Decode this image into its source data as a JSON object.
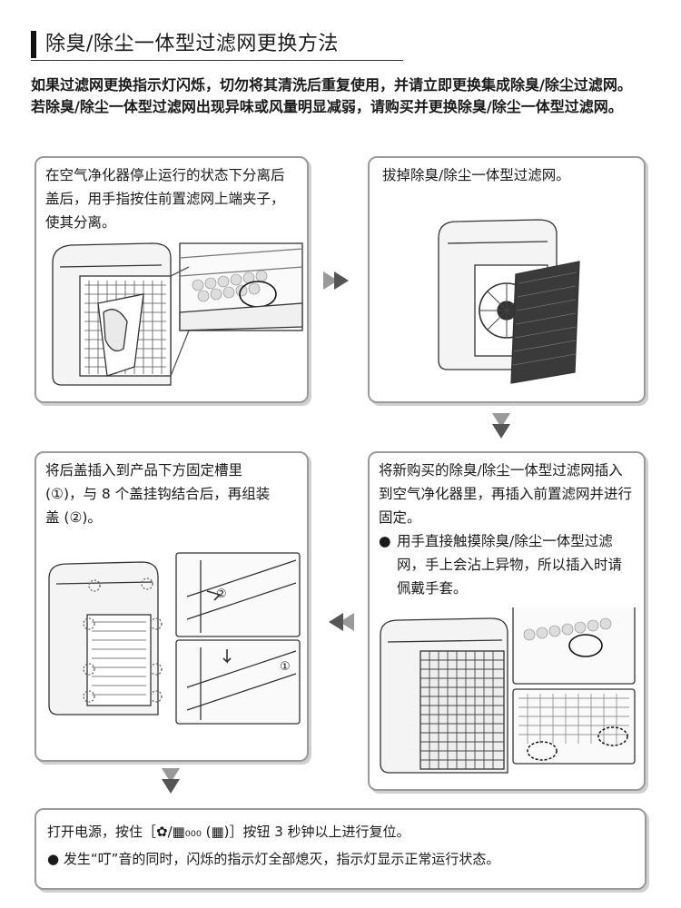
{
  "title": "除臭/除尘一体型过滤网更换方法",
  "intro": "如果过滤网更换指示灯闪烁，切勿将其清洗后重复使用，并请立即更换集成除臭/除尘过滤网。 若除臭/除尘一体型过滤网出现异味或风量明显减弱，请购买并更换除臭/除尘一体型过滤网。",
  "steps": {
    "step1": {
      "text": "在空气净化器停止运行的状态下分离后盖后，用手指按住前置滤网上端夹子，使其分离。"
    },
    "step2": {
      "text": "拔掉除臭/除尘一体型过滤网。"
    },
    "step3": {
      "text": "将新购买的除臭/除尘一体型过滤网插入到空气净化器里，再插入前置滤网并进行固定。",
      "note": "用手直接触摸除臭/除尘一体型过滤网，手上会沾上异物，所以插入时请佩戴手套。"
    },
    "step4": {
      "text": "将后盖插入到产品下方固定槽里 (①)，与 8 个盖挂钩结合后，再组装盖 (②)。",
      "mark1": "①",
      "mark2": "②"
    },
    "final": {
      "line1": "打开电源，按住［✿/▦₀₀₀ (▦)］按钮 3 秒钟以上进行复位。",
      "note": "发生“叮”音的同时，闪烁的指示灯全部熄灭，指示灯显示正常运行状态。"
    }
  },
  "bullet_char": "●"
}
